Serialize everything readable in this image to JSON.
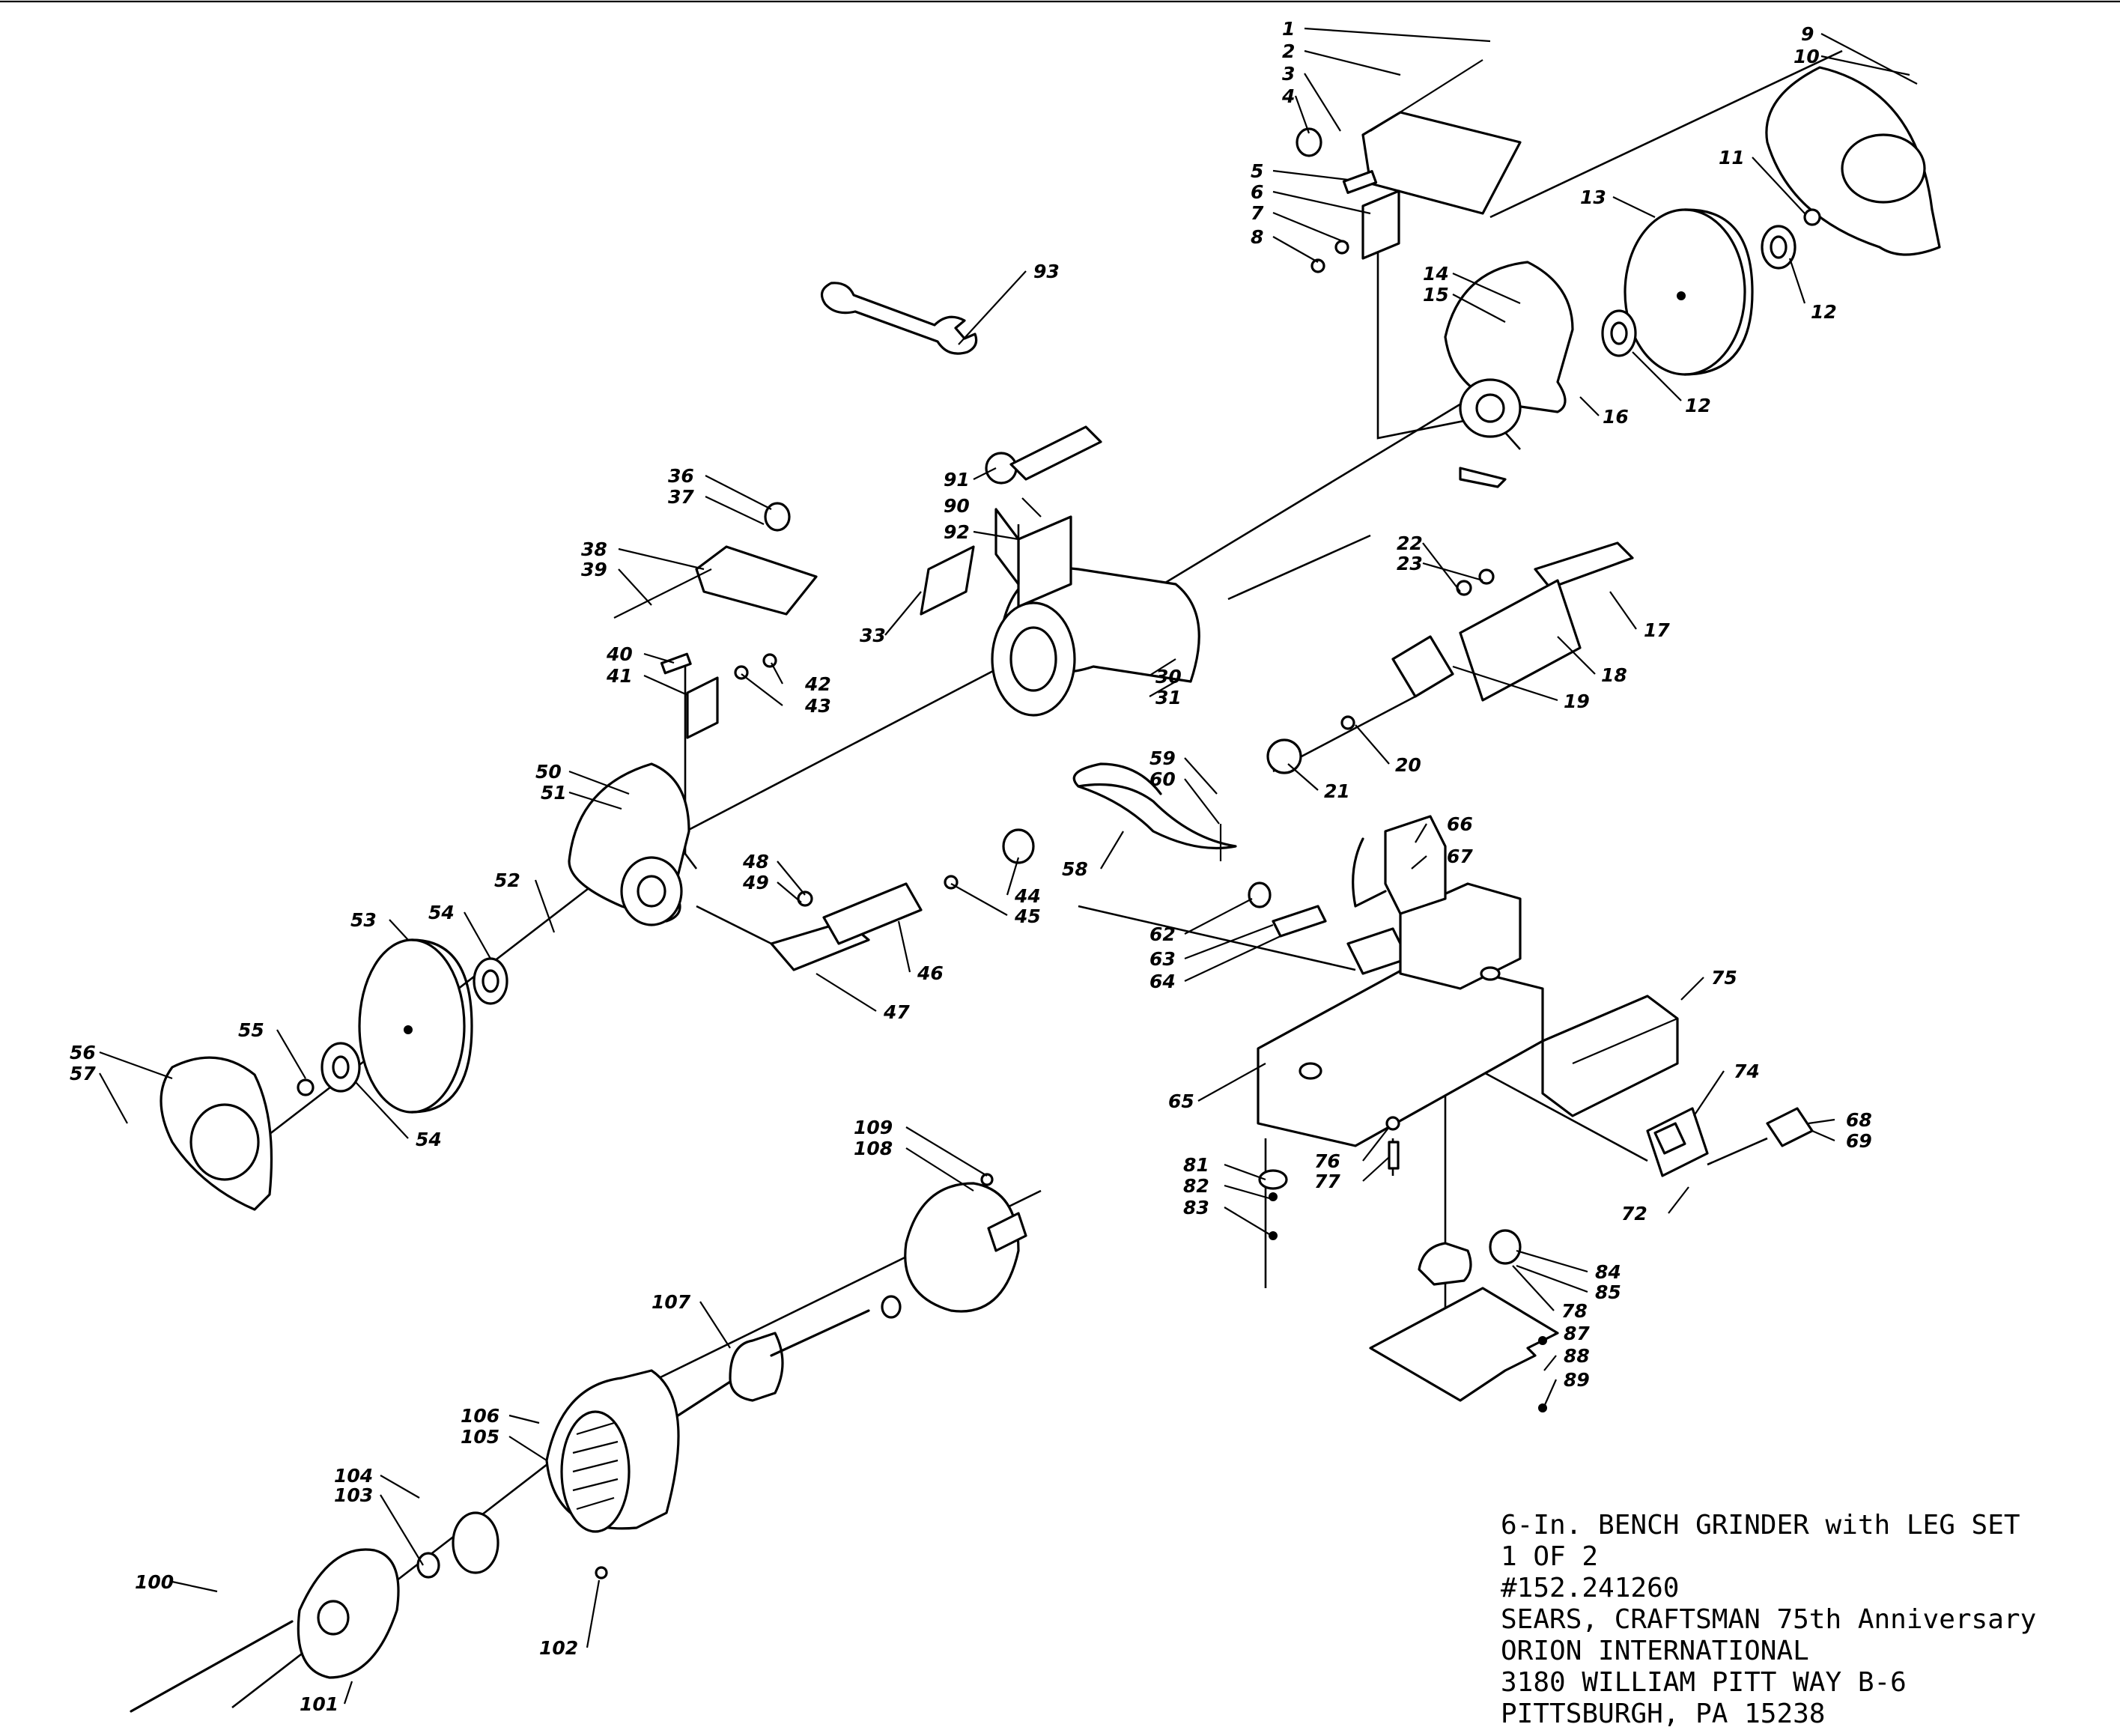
{
  "title_block": {
    "product": "6-In. BENCH GRINDER with LEG SET",
    "sheet": "1 OF 2",
    "model": "#152.241260",
    "brand": "SEARS, CRAFTSMAN 75th Anniversary",
    "company": "ORION INTERNATIONAL",
    "street": "3180 WILLIAM PITT WAY B-6",
    "city": "PITTSBURGH, PA 15238"
  },
  "callouts": [
    {
      "id": "c1",
      "n": "1"
    },
    {
      "id": "c2",
      "n": "2"
    },
    {
      "id": "c3",
      "n": "3"
    },
    {
      "id": "c4",
      "n": "4"
    },
    {
      "id": "c5",
      "n": "5"
    },
    {
      "id": "c6",
      "n": "6"
    },
    {
      "id": "c7",
      "n": "7"
    },
    {
      "id": "c8",
      "n": "8"
    },
    {
      "id": "c9",
      "n": "9"
    },
    {
      "id": "c10",
      "n": "10"
    },
    {
      "id": "c11",
      "n": "11"
    },
    {
      "id": "c12a",
      "n": "12"
    },
    {
      "id": "c12b",
      "n": "12"
    },
    {
      "id": "c13",
      "n": "13"
    },
    {
      "id": "c14",
      "n": "14"
    },
    {
      "id": "c15",
      "n": "15"
    },
    {
      "id": "c16",
      "n": "16"
    },
    {
      "id": "c17",
      "n": "17"
    },
    {
      "id": "c18",
      "n": "18"
    },
    {
      "id": "c19",
      "n": "19"
    },
    {
      "id": "c20",
      "n": "20"
    },
    {
      "id": "c21",
      "n": "21"
    },
    {
      "id": "c22",
      "n": "22"
    },
    {
      "id": "c23",
      "n": "23"
    },
    {
      "id": "c30",
      "n": "30"
    },
    {
      "id": "c31",
      "n": "31"
    },
    {
      "id": "c33",
      "n": "33"
    },
    {
      "id": "c36",
      "n": "36"
    },
    {
      "id": "c37",
      "n": "37"
    },
    {
      "id": "c38",
      "n": "38"
    },
    {
      "id": "c39",
      "n": "39"
    },
    {
      "id": "c40",
      "n": "40"
    },
    {
      "id": "c41",
      "n": "41"
    },
    {
      "id": "c42",
      "n": "42"
    },
    {
      "id": "c43",
      "n": "43"
    },
    {
      "id": "c44",
      "n": "44"
    },
    {
      "id": "c45",
      "n": "45"
    },
    {
      "id": "c46",
      "n": "46"
    },
    {
      "id": "c47",
      "n": "47"
    },
    {
      "id": "c48",
      "n": "48"
    },
    {
      "id": "c49",
      "n": "49"
    },
    {
      "id": "c50",
      "n": "50"
    },
    {
      "id": "c51",
      "n": "51"
    },
    {
      "id": "c52",
      "n": "52"
    },
    {
      "id": "c53",
      "n": "53"
    },
    {
      "id": "c54a",
      "n": "54"
    },
    {
      "id": "c54b",
      "n": "54"
    },
    {
      "id": "c55",
      "n": "55"
    },
    {
      "id": "c56",
      "n": "56"
    },
    {
      "id": "c57",
      "n": "57"
    },
    {
      "id": "c58",
      "n": "58"
    },
    {
      "id": "c59",
      "n": "59"
    },
    {
      "id": "c60",
      "n": "60"
    },
    {
      "id": "c62",
      "n": "62"
    },
    {
      "id": "c63",
      "n": "63"
    },
    {
      "id": "c64",
      "n": "64"
    },
    {
      "id": "c65",
      "n": "65"
    },
    {
      "id": "c66",
      "n": "66"
    },
    {
      "id": "c67",
      "n": "67"
    },
    {
      "id": "c68",
      "n": "68"
    },
    {
      "id": "c69",
      "n": "69"
    },
    {
      "id": "c72",
      "n": "72"
    },
    {
      "id": "c74",
      "n": "74"
    },
    {
      "id": "c75",
      "n": "75"
    },
    {
      "id": "c76",
      "n": "76"
    },
    {
      "id": "c77",
      "n": "77"
    },
    {
      "id": "c78",
      "n": "78"
    },
    {
      "id": "c81",
      "n": "81"
    },
    {
      "id": "c82",
      "n": "82"
    },
    {
      "id": "c83",
      "n": "83"
    },
    {
      "id": "c84",
      "n": "84"
    },
    {
      "id": "c85",
      "n": "85"
    },
    {
      "id": "c87",
      "n": "87"
    },
    {
      "id": "c88",
      "n": "88"
    },
    {
      "id": "c89",
      "n": "89"
    },
    {
      "id": "c90",
      "n": "90"
    },
    {
      "id": "c91",
      "n": "91"
    },
    {
      "id": "c92",
      "n": "92"
    },
    {
      "id": "c93",
      "n": "93"
    },
    {
      "id": "c100",
      "n": "100"
    },
    {
      "id": "c101",
      "n": "101"
    },
    {
      "id": "c102",
      "n": "102"
    },
    {
      "id": "c103",
      "n": "103"
    },
    {
      "id": "c104",
      "n": "104"
    },
    {
      "id": "c105",
      "n": "105"
    },
    {
      "id": "c106",
      "n": "106"
    },
    {
      "id": "c107",
      "n": "107"
    },
    {
      "id": "c108",
      "n": "108"
    },
    {
      "id": "c109",
      "n": "109"
    }
  ]
}
